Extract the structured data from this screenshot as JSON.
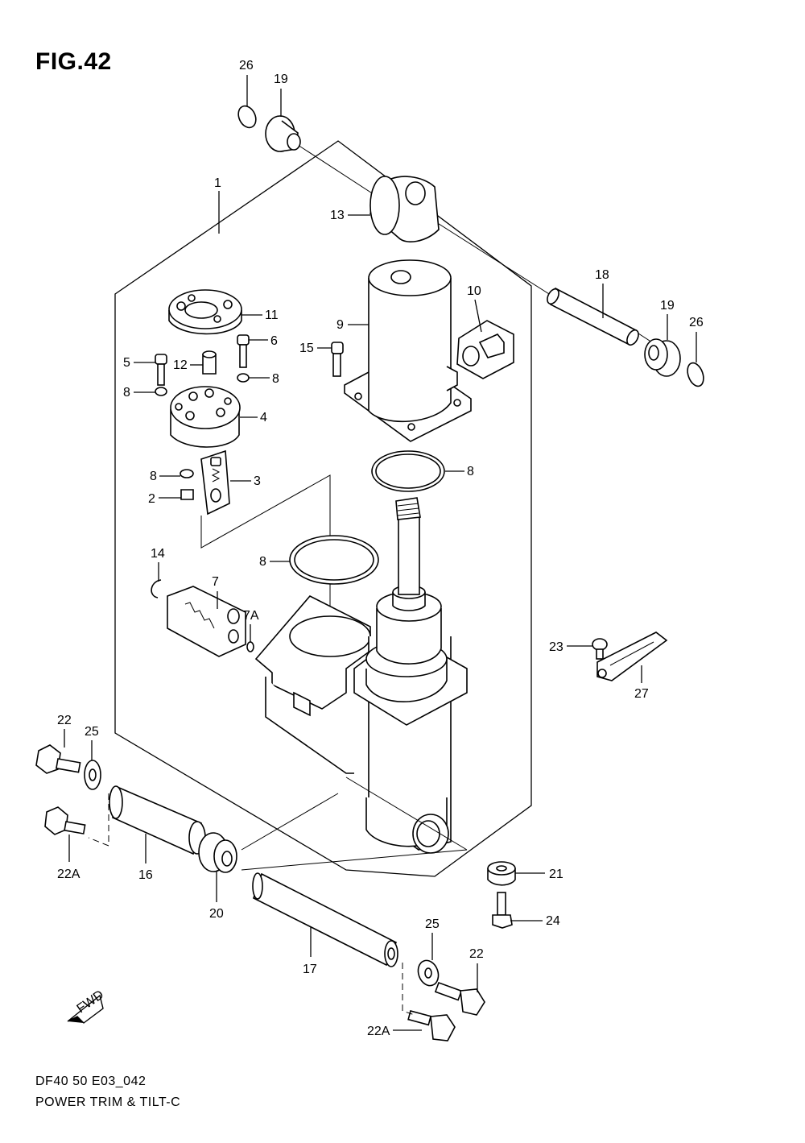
{
  "figure": {
    "title": "FIG.42",
    "footer_code": "DF40 50 E03_042",
    "footer_name": "POWER TRIM & TILT-C",
    "fwd_label": "FWD"
  },
  "callouts": {
    "c1": "1",
    "c2": "2",
    "c3": "3",
    "c4": "4",
    "c5": "5",
    "c6": "6",
    "c7": "7",
    "c7A": "7A",
    "c8a": "8",
    "c8b": "8",
    "c8c": "8",
    "c8d": "8",
    "c8e": "8",
    "c9": "9",
    "c10": "10",
    "c11": "11",
    "c12": "12",
    "c13": "13",
    "c14": "14",
    "c15": "15",
    "c16": "16",
    "c17": "17",
    "c18": "18",
    "c19a": "19",
    "c19b": "19",
    "c20": "20",
    "c21": "21",
    "c22a": "22",
    "c22b": "22",
    "c22Aa": "22A",
    "c22Ab": "22A",
    "c23": "23",
    "c24": "24",
    "c25a": "25",
    "c25b": "25",
    "c26a": "26",
    "c26b": "26",
    "c27": "27"
  }
}
